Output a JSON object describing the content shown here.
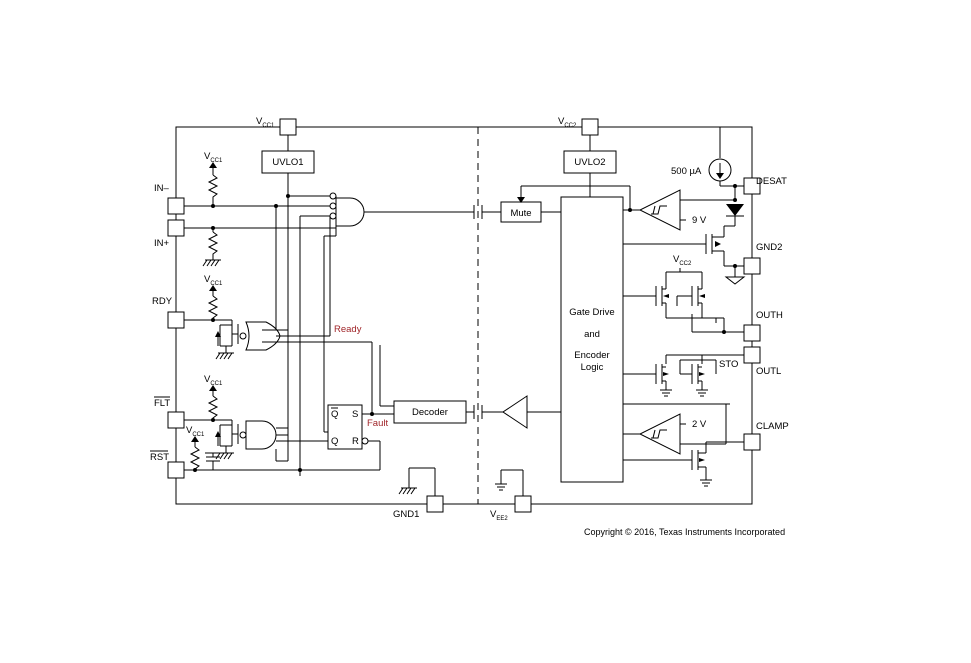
{
  "pins": {
    "vcc1": {
      "main": "V",
      "sub": "CC1"
    },
    "vcc2": {
      "main": "V",
      "sub": "CC2"
    },
    "in_minus": "IN–",
    "in_plus": "IN+",
    "rdy": "RDY",
    "flt": "FLT",
    "rst": "RST",
    "gnd1": "GND1",
    "vee2": {
      "main": "V",
      "sub": "EE2"
    },
    "desat": "DESAT",
    "gnd2": "GND2",
    "outh": "OUTH",
    "outl": "OUTL",
    "clamp": "CLAMP"
  },
  "blocks": {
    "uvlo1": "UVLO1",
    "uvlo2": "UVLO2",
    "mute": "Mute",
    "decoder": "Decoder",
    "gate_drive": [
      "Gate Drive",
      "and",
      "Encoder",
      "Logic"
    ]
  },
  "flipflop": {
    "qbar": "Q",
    "s": "S",
    "q": "Q",
    "r": "R"
  },
  "signals": {
    "ready": "Ready",
    "fault": "Fault",
    "sto": "STO"
  },
  "values": {
    "current_source": "500 µA",
    "desat_threshold": "9 V",
    "clamp_threshold": "2 V"
  },
  "local_supply": {
    "vcc1": {
      "main": "V",
      "sub": "CC1"
    },
    "vcc2": {
      "main": "V",
      "sub": "CC2"
    }
  },
  "copyright": "Copyright © 2016, Texas Instruments Incorporated",
  "colors": {
    "signal_label": "#a0262a",
    "line": "#000000"
  }
}
